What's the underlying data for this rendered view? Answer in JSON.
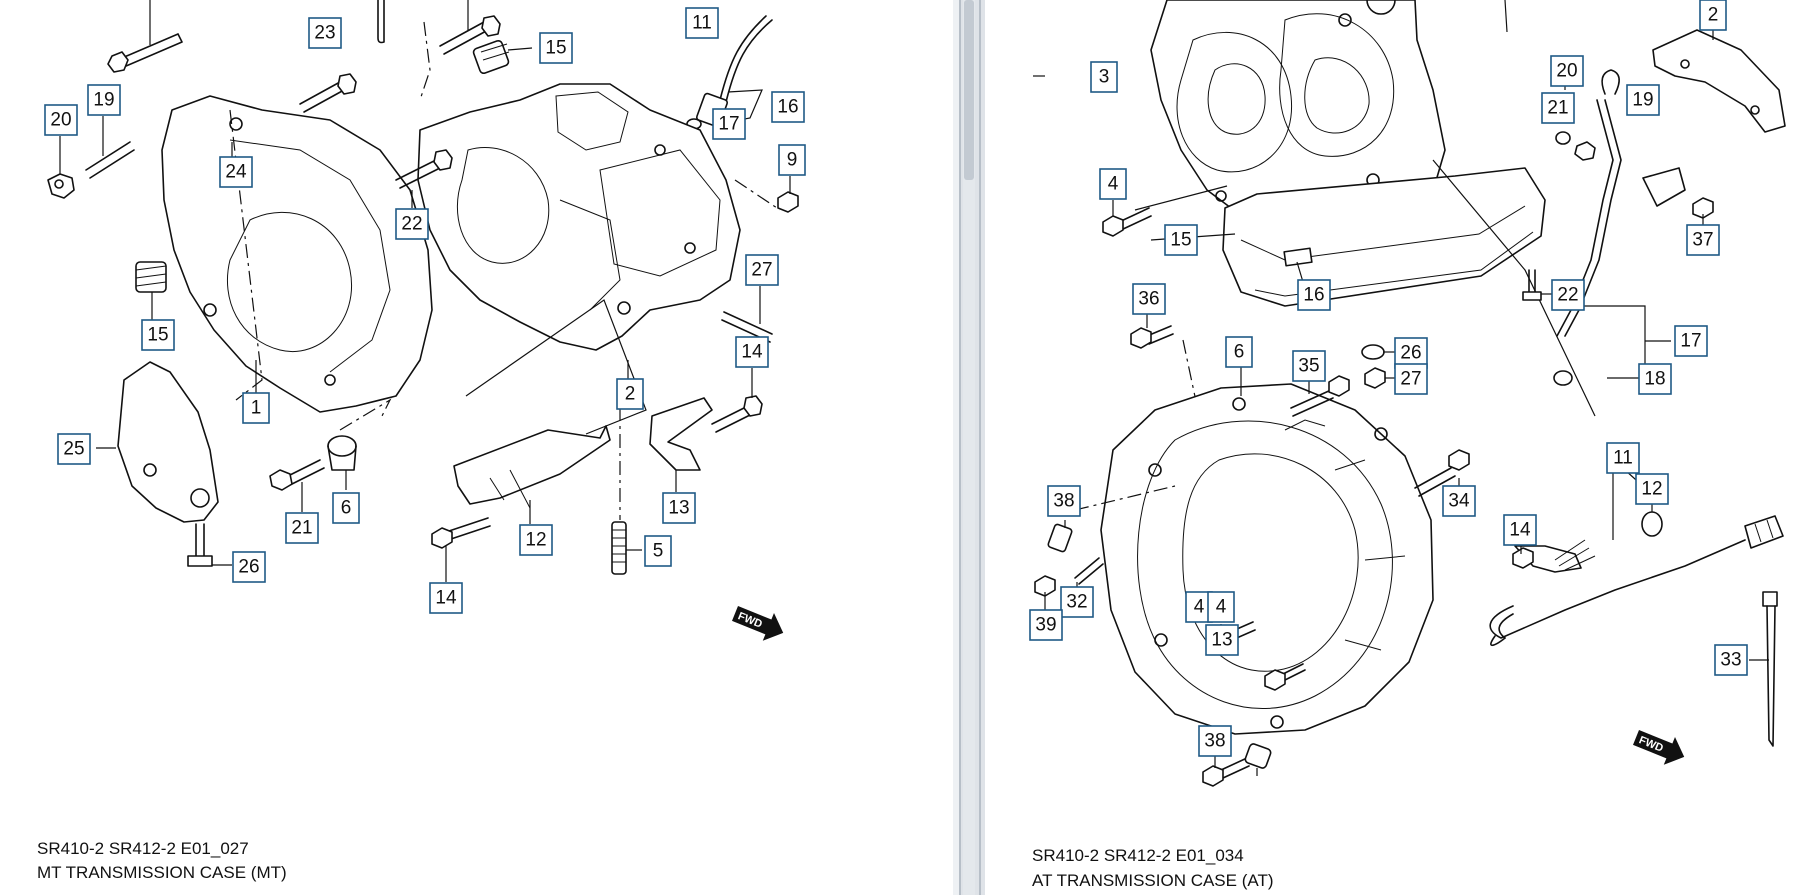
{
  "left_diagram": {
    "code": "SR410-2 SR412-2 E01_027",
    "title": "MT TRANSMISSION CASE (MT)",
    "callouts": [
      "23",
      "15",
      "11",
      "16",
      "17",
      "9",
      "20",
      "19",
      "24",
      "22",
      "15",
      "27",
      "14",
      "2",
      "1",
      "25",
      "21",
      "6",
      "13",
      "12",
      "5",
      "26",
      "14"
    ],
    "fwd_label": "FWD"
  },
  "right_diagram": {
    "code": "SR410-2 SR412-2 E01_034",
    "title": "AT TRANSMISSION CASE (AT)",
    "callouts": [
      "2",
      "3",
      "20",
      "21",
      "19",
      "4",
      "37",
      "15",
      "16",
      "22",
      "36",
      "26",
      "17",
      "6",
      "35",
      "27",
      "18",
      "11",
      "12",
      "38",
      "34",
      "14",
      "4",
      "32",
      "39",
      "4",
      "13",
      "33",
      "38"
    ],
    "fwd_label": "FWD"
  },
  "colors": {
    "callout_border": "#1f5a86",
    "line": "#111111",
    "divider": "#dfe3e8"
  }
}
